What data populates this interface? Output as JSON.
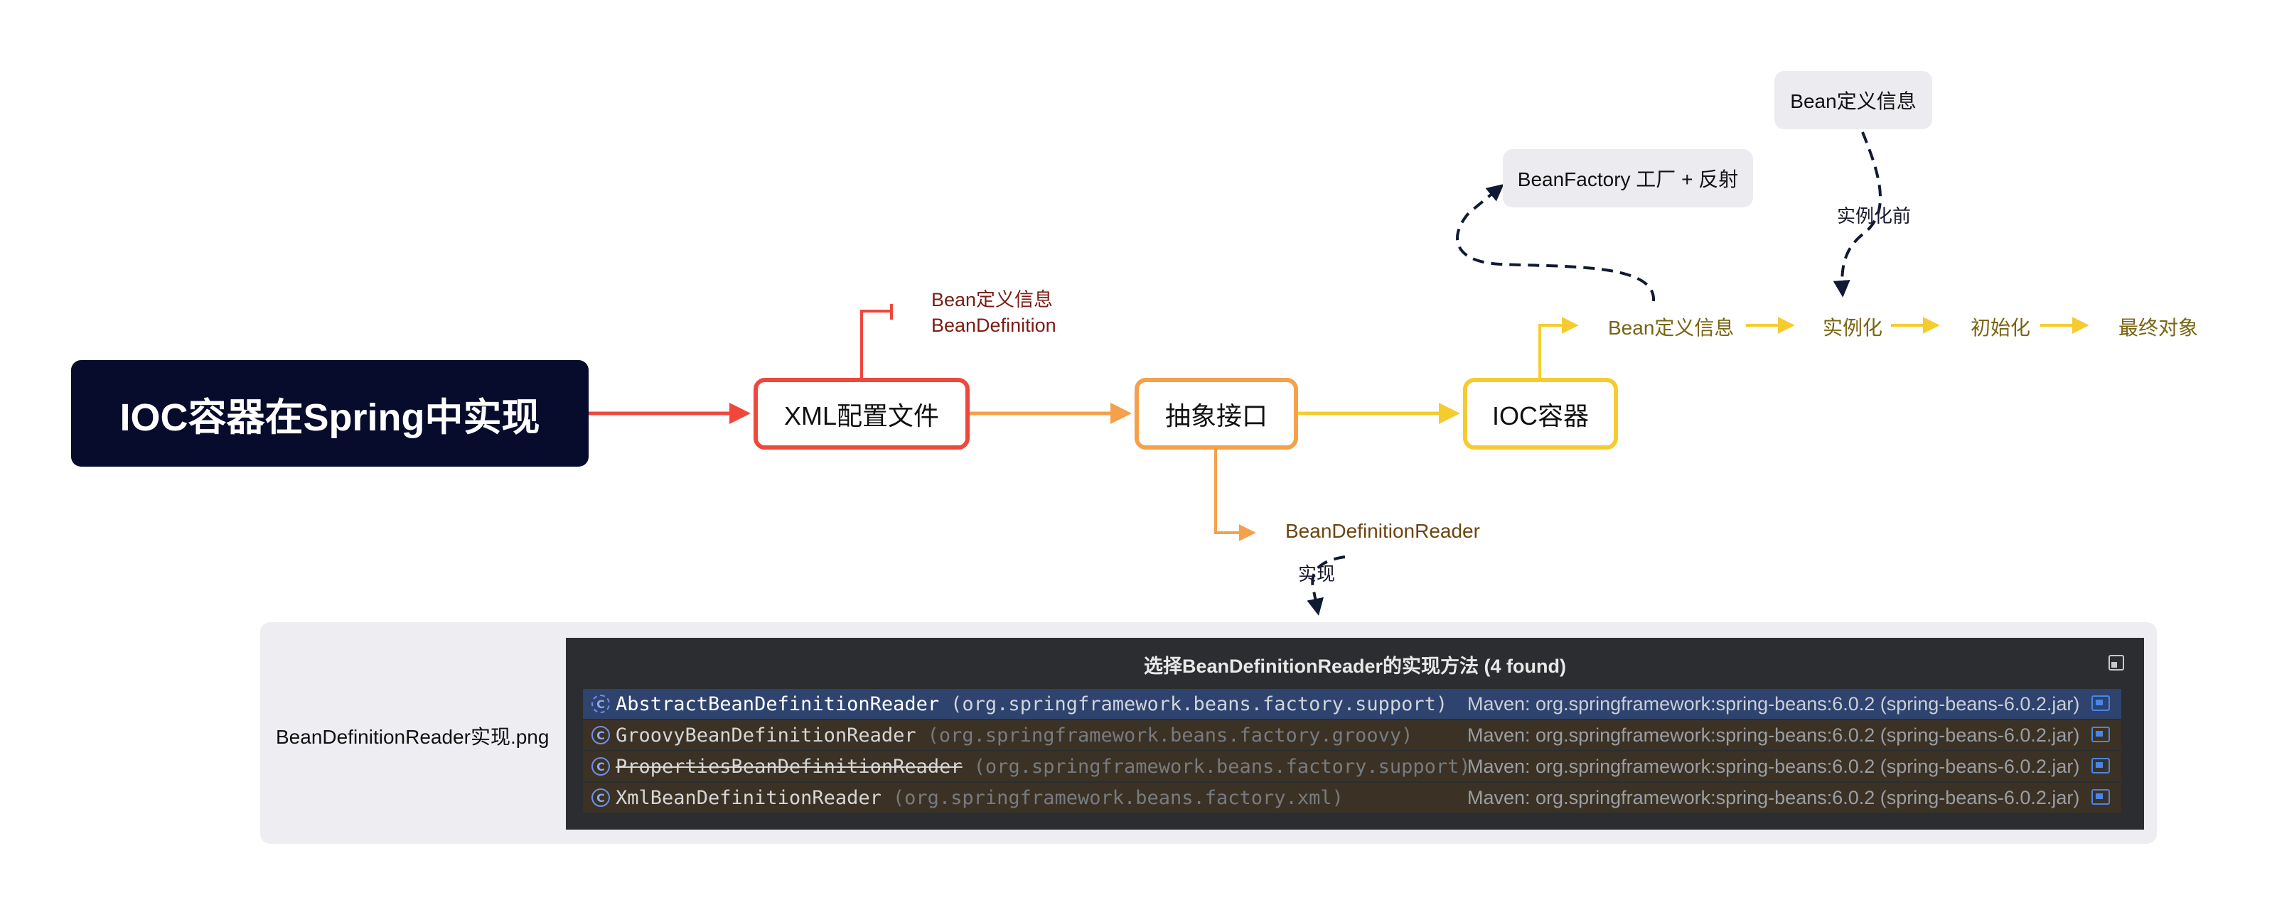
{
  "root": {
    "title": "IOC容器在Spring中实现"
  },
  "nodes": {
    "xml": "XML配置文件",
    "abstract_interface": "抽象接口",
    "ioc": "IOC容器"
  },
  "xml_branch": {
    "line1": "Bean定义信息",
    "line2": "BeanDefinition"
  },
  "reader_branch": {
    "label": "BeanDefinitionReader",
    "impl_label": "实现"
  },
  "ioc_flow": {
    "steps": [
      "Bean定义信息",
      "实例化",
      "初始化",
      "最终对象"
    ]
  },
  "callouts": {
    "bean_factory": "BeanFactory 工厂 + 反射",
    "bean_def_info": "Bean定义信息",
    "before_instantiation": "实例化前"
  },
  "image_node": {
    "caption": "BeanDefinitionReader实现.png",
    "popup_title": "选择BeanDefinitionReader的实现方法 (4 found)",
    "rows": [
      {
        "icon": "C",
        "name": "AbstractBeanDefinitionReader",
        "package": "(org.springframework.beans.factory.support)",
        "source": "Maven: org.springframework:spring-beans:6.0.2 (spring-beans-6.0.2.jar)"
      },
      {
        "icon": "C",
        "name": "GroovyBeanDefinitionReader",
        "package": "(org.springframework.beans.factory.groovy)",
        "source": "Maven: org.springframework:spring-beans:6.0.2 (spring-beans-6.0.2.jar)"
      },
      {
        "icon": "C",
        "name": "PropertiesBeanDefinitionReader",
        "package": "(org.springframework.beans.factory.support)",
        "source": "Maven: org.springframework:spring-beans:6.0.2 (spring-beans-6.0.2.jar)"
      },
      {
        "icon": "C",
        "name": "XmlBeanDefinitionReader",
        "package": "(org.springframework.beans.factory.xml)",
        "source": "Maven: org.springframework:spring-beans:6.0.2 (spring-beans-6.0.2.jar)"
      }
    ]
  },
  "colors": {
    "root_bg": "#070b2c",
    "xml_border": "#f0473d",
    "abstract_border": "#f5a04a",
    "ioc_border": "#f5cc2f",
    "dashed_connector": "#111a33"
  }
}
